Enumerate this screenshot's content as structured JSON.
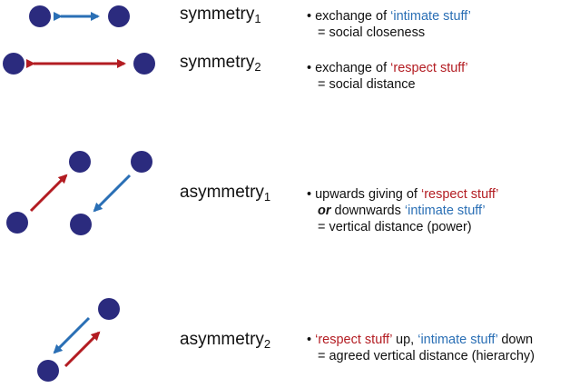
{
  "colors": {
    "dot": "#2b2b7e",
    "blue": "#2a6fb5",
    "red": "#b31c22"
  },
  "rows": [
    {
      "name": "symmetry",
      "sub": "1",
      "bullet": "•",
      "lines": [
        [
          {
            "t": "exchange of "
          },
          {
            "t": "‘intimate stuff’",
            "c": "blue"
          }
        ],
        [
          {
            "t": "= social closeness"
          }
        ]
      ]
    },
    {
      "name": "symmetry",
      "sub": "2",
      "bullet": "•",
      "lines": [
        [
          {
            "t": "exchange of "
          },
          {
            "t": "‘respect stuff’",
            "c": "red"
          }
        ],
        [
          {
            "t": "= social distance"
          }
        ]
      ]
    },
    {
      "name": "asymmetry",
      "sub": "1",
      "bullet": "•",
      "lines": [
        [
          {
            "t": "upwards giving of "
          },
          {
            "t": "‘respect stuff’",
            "c": "red"
          }
        ],
        [
          {
            "t": "or",
            "c": "em"
          },
          {
            "t": " downwards "
          },
          {
            "t": "‘intimate stuff’",
            "c": "blue"
          }
        ],
        [
          {
            "t": "= vertical distance (power)"
          }
        ]
      ]
    },
    {
      "name": "asymmetry",
      "sub": "2",
      "bullet": "•",
      "lines": [
        [
          {
            "t": "‘respect stuff’",
            "c": "red"
          },
          {
            "t": " up, "
          },
          {
            "t": "‘intimate stuff’",
            "c": "blue"
          },
          {
            "t": " down"
          }
        ],
        [
          {
            "t": "= agreed vertical distance (hierarchy)"
          }
        ]
      ]
    }
  ]
}
